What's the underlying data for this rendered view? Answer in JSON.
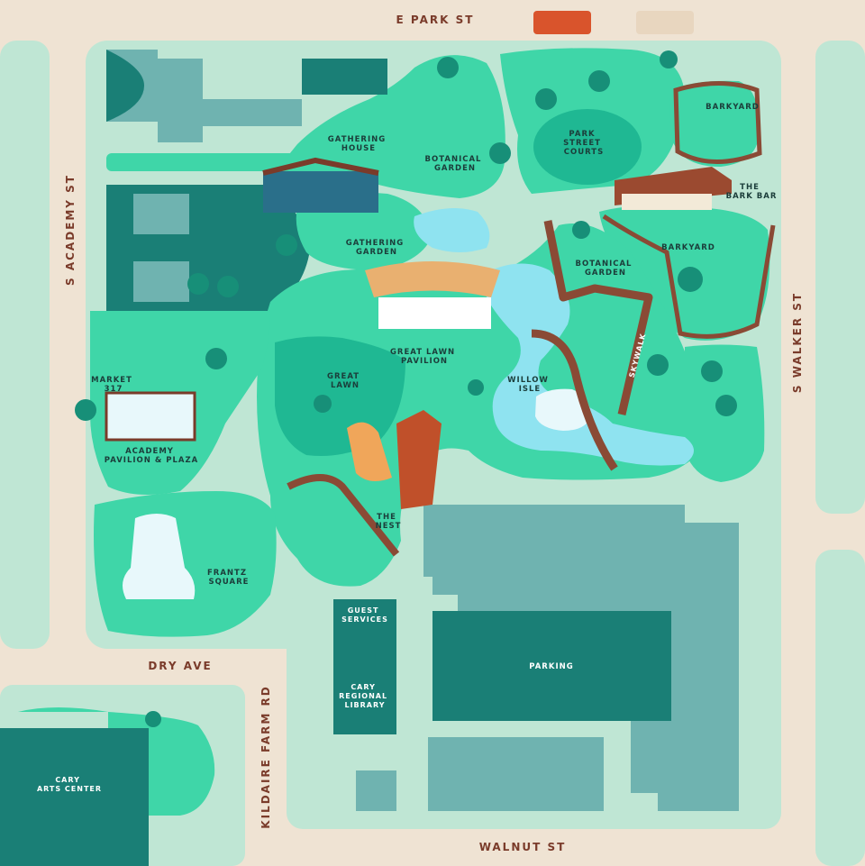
{
  "streets": {
    "north": "E PARK ST",
    "south": "WALNUT ST",
    "west": "S ACADEMY ST",
    "east": "S WALKER ST",
    "dry": "DRY AVE",
    "kildaire": "KILDAIRE FARM RD"
  },
  "places": {
    "gathering_house": [
      "GATHERING",
      "HOUSE"
    ],
    "botanical_garden_north": [
      "BOTANICAL",
      "GARDEN"
    ],
    "park_street_courts": [
      "PARK",
      "STREET",
      "COURTS"
    ],
    "barkyard_north": [
      "BARKYARD"
    ],
    "bark_bar": [
      "THE",
      "BARK BAR"
    ],
    "barkyard_south": [
      "BARKYARD"
    ],
    "gathering_garden": [
      "GATHERING",
      "GARDEN"
    ],
    "botanical_garden_south": [
      "BOTANICAL",
      "GARDEN"
    ],
    "great_lawn_pavilion": [
      "GREAT LAWN",
      "PAVILION"
    ],
    "skywalk": [
      "SKYWALK"
    ],
    "great_lawn": [
      "GREAT",
      "LAWN"
    ],
    "willow_isle": [
      "WILLOW",
      "ISLE"
    ],
    "market_317": [
      "MARKET",
      "317"
    ],
    "academy_pavilion": [
      "ACADEMY",
      "PAVILION & PLAZA"
    ],
    "the_nest": [
      "THE",
      "NEST"
    ],
    "frantz_square": [
      "FRANTZ",
      "SQUARE"
    ],
    "guest_services": [
      "GUEST",
      "SERVICES"
    ],
    "parking": [
      "PARKING"
    ],
    "cary_library": [
      "CARY",
      "REGIONAL",
      "LIBRARY"
    ],
    "cary_arts": [
      "CARY",
      "ARTS CENTER"
    ]
  },
  "colors": {
    "road": "#efe3d3",
    "block": "#bfe6d4",
    "park": "#3fd6a8",
    "lawn": "#1fb893",
    "dark_green": "#178f78",
    "building_dark": "#1a7f76",
    "building_light": "#6fb3b0",
    "water": "#8fe3f0",
    "boardwalk": "#8a4a35",
    "label": "#1b3d3a",
    "street_label": "#7a3b2a"
  }
}
